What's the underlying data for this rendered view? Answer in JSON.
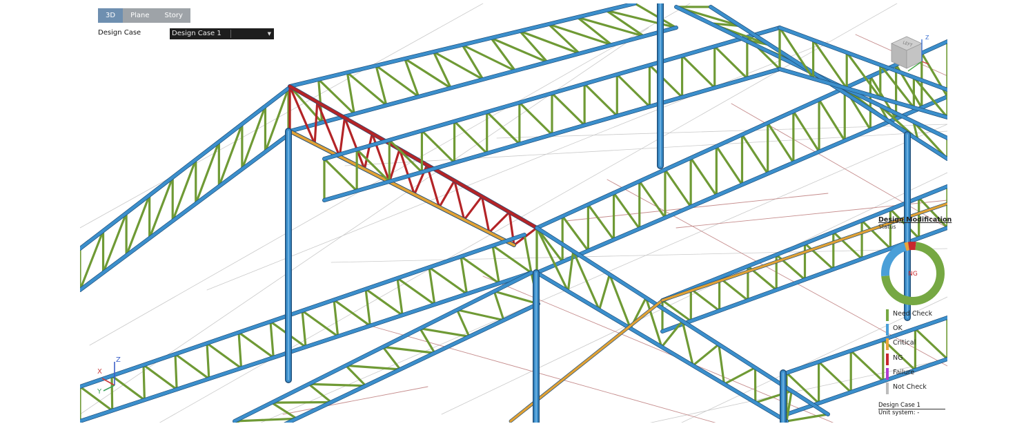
{
  "view_tabs": [
    {
      "label": "3D",
      "active": true
    },
    {
      "label": "Plane",
      "active": false
    },
    {
      "label": "Story",
      "active": false
    }
  ],
  "design_case": {
    "label": "Design Case",
    "selected": "Design Case 1"
  },
  "view_cube": {
    "label": "LEFT",
    "axis": "Z"
  },
  "legend": {
    "title": "Design Modification",
    "subtitle": "Status",
    "donut_center_label": "NG",
    "items": [
      {
        "label": "Need Check",
        "color": "#76a843"
      },
      {
        "label": "OK",
        "color": "#4a9fd8"
      },
      {
        "label": "Critical",
        "color": "#e9a43b"
      },
      {
        "label": "NG",
        "color": "#c8282d"
      },
      {
        "label": "Failure",
        "color": "#b13ccf"
      },
      {
        "label": "Not Check",
        "color": "#bdbdbd"
      }
    ],
    "donut_shares": [
      {
        "status": "Need Check",
        "fraction": 0.72
      },
      {
        "status": "OK",
        "fraction": 0.22
      },
      {
        "status": "Critical",
        "fraction": 0.02
      },
      {
        "status": "NG",
        "fraction": 0.04
      }
    ]
  },
  "footer": {
    "design_case": "Design Case 1",
    "unit_system": "Unit system: -"
  },
  "axes_triad": {
    "x": "X",
    "y": "Y",
    "z": "Z"
  },
  "colors": {
    "member_ok": "#3b8fcc",
    "member_need_check": "#6f9a35",
    "member_critical": "#e0a135",
    "member_ng": "#b32427",
    "grid_line": "#c9c9c9",
    "ref_line": "#c58c8c"
  }
}
